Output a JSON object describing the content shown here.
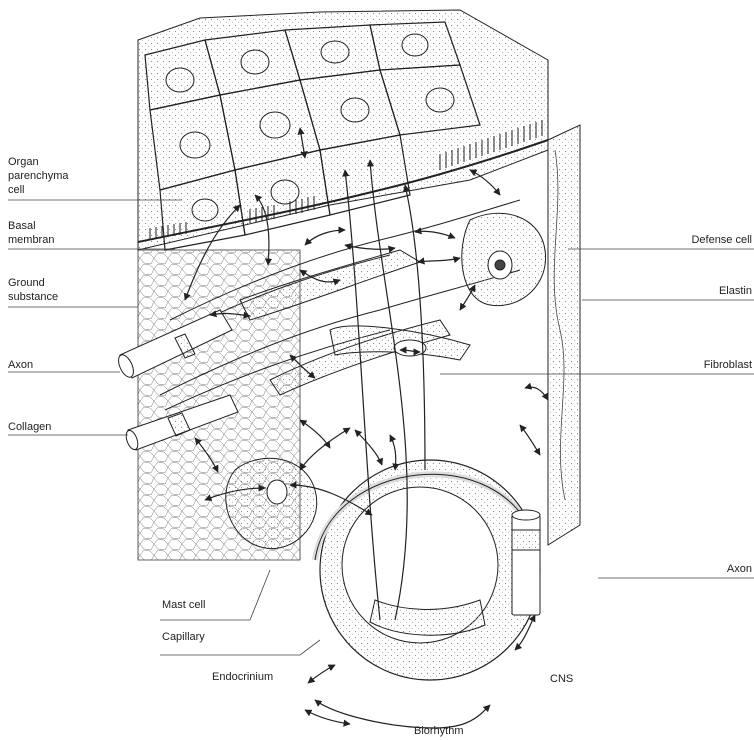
{
  "labels": {
    "organ_parenchyma": "Organ\nparenchyma\ncell",
    "basal_membran": "Basal\nmembran",
    "ground_substance": "Ground\nsubstance",
    "axon_left": "Axon",
    "collagen": "Collagen",
    "defense_cell": "Defense cell",
    "elastin": "Elastin",
    "fibroblast": "Fibroblast",
    "axon_right": "Axon",
    "mast_cell": "Mast cell",
    "capillary": "Capillary",
    "endocrinium": "Endocrinium",
    "cns": "CNS",
    "biorhythm": "Biorhythm"
  },
  "colors": {
    "ink": "#222222",
    "paper": "#ffffff",
    "stipple": "#9a9a9a"
  }
}
